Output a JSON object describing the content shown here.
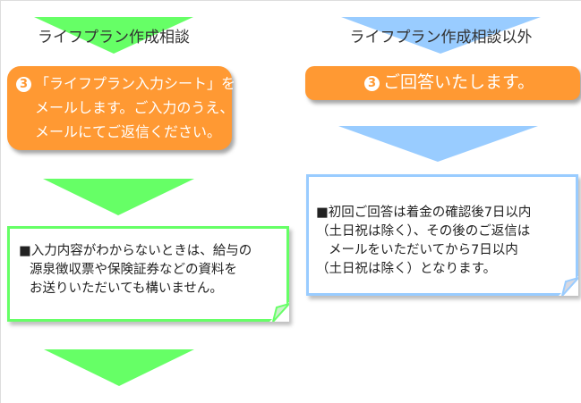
{
  "left": {
    "title": "ライフプラン作成相談",
    "step_number": "3",
    "step_lines": [
      "「ライフプラン入力シート」を",
      "メールします。ご入力のうえ、",
      "メールにてご返信ください。"
    ],
    "note_lines": [
      "■入力内容がわからないときは、給与の",
      "源泉徴収票や保険証券などの資料を",
      "お送りいただいても構いません。"
    ]
  },
  "right": {
    "title": "ライフプラン作成相談以外",
    "step_number": "3",
    "step_text": "ご回答いたします。",
    "note_lines": [
      "■初回ご回答は着金の確認後7日以内",
      "（土日祝は除く）、その後のご返信は",
      "メールをいただいてから7日以内",
      "（土日祝は除く）となります。"
    ]
  },
  "colors": {
    "green": "#66ff66",
    "blue": "#99ccff",
    "orange": "#ff9933"
  }
}
